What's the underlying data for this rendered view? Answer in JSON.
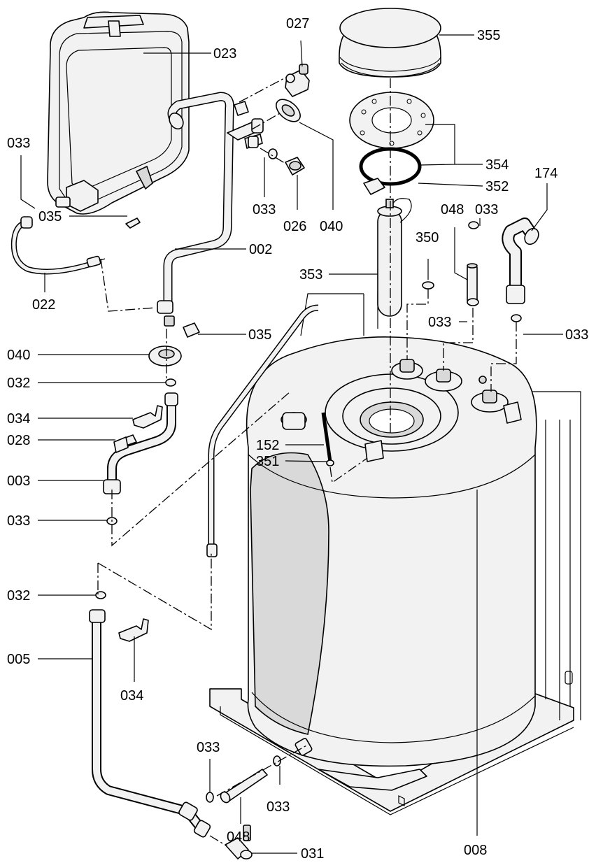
{
  "labels": [
    {
      "key": "p355",
      "text": "355"
    },
    {
      "key": "p027",
      "text": "027"
    },
    {
      "key": "p023",
      "text": "023"
    },
    {
      "key": "p033a",
      "text": "033"
    },
    {
      "key": "p354",
      "text": "354"
    },
    {
      "key": "p352",
      "text": "352"
    },
    {
      "key": "p174",
      "text": "174"
    },
    {
      "key": "p033b",
      "text": "033"
    },
    {
      "key": "p026",
      "text": "026"
    },
    {
      "key": "p040a",
      "text": "040"
    },
    {
      "key": "p048a",
      "text": "048"
    },
    {
      "key": "p033c",
      "text": "033"
    },
    {
      "key": "p035a",
      "text": "035"
    },
    {
      "key": "p002",
      "text": "002"
    },
    {
      "key": "p350",
      "text": "350"
    },
    {
      "key": "p353",
      "text": "353"
    },
    {
      "key": "p022",
      "text": "022"
    },
    {
      "key": "p033d",
      "text": "033"
    },
    {
      "key": "p033e",
      "text": "033"
    },
    {
      "key": "p035b",
      "text": "035"
    },
    {
      "key": "p040b",
      "text": "040"
    },
    {
      "key": "p032a",
      "text": "032"
    },
    {
      "key": "p034a",
      "text": "034"
    },
    {
      "key": "p028",
      "text": "028"
    },
    {
      "key": "p152",
      "text": "152"
    },
    {
      "key": "p351",
      "text": "351"
    },
    {
      "key": "p003",
      "text": "003"
    },
    {
      "key": "p033f",
      "text": "033"
    },
    {
      "key": "p032b",
      "text": "032"
    },
    {
      "key": "p005",
      "text": "005"
    },
    {
      "key": "p034b",
      "text": "034"
    },
    {
      "key": "p008",
      "text": "008"
    },
    {
      "key": "p033g",
      "text": "033"
    },
    {
      "key": "p048b",
      "text": "048"
    },
    {
      "key": "p033h",
      "text": "033"
    },
    {
      "key": "p031",
      "text": "031"
    }
  ]
}
